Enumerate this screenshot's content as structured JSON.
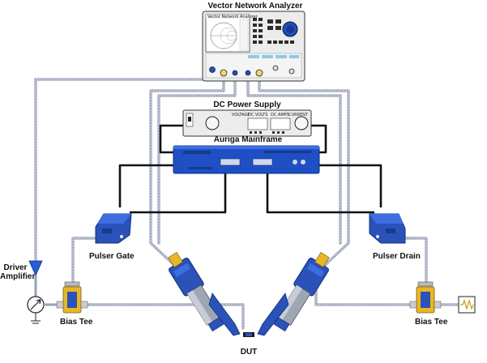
{
  "instruments": {
    "vna": {
      "title": "Vector Network Analyzer",
      "screen_header": "Vector Network Analyzer"
    },
    "dc_supply": {
      "title": "DC Power Supply",
      "voltage_label": "VOLTAGE",
      "dc_volts_label": "DC VOLTS",
      "dc_amps_label": "DC AMPS",
      "current_label": "CURRENT"
    },
    "mainframe": {
      "title": "Auriga Mainframe"
    }
  },
  "components": {
    "pulser_gate": "Pulser Gate",
    "pulser_drain": "Pulser Drain",
    "driver_amplifier_line1": "Driver",
    "driver_amplifier_line2": "Amplifier",
    "bias_tee_left": "Bias Tee",
    "bias_tee_right": "Bias Tee",
    "dut": "DUT"
  },
  "colors": {
    "instrument_body": "#ececec",
    "mainframe_blue": "#1f4fc4",
    "probe_blue": "#2a52b8",
    "rf_cable": "#9aa0b8",
    "dc_cable": "#111111",
    "amplifier_blue": "#2a5cd6",
    "bias_tee_yellow": "#e9b624"
  }
}
